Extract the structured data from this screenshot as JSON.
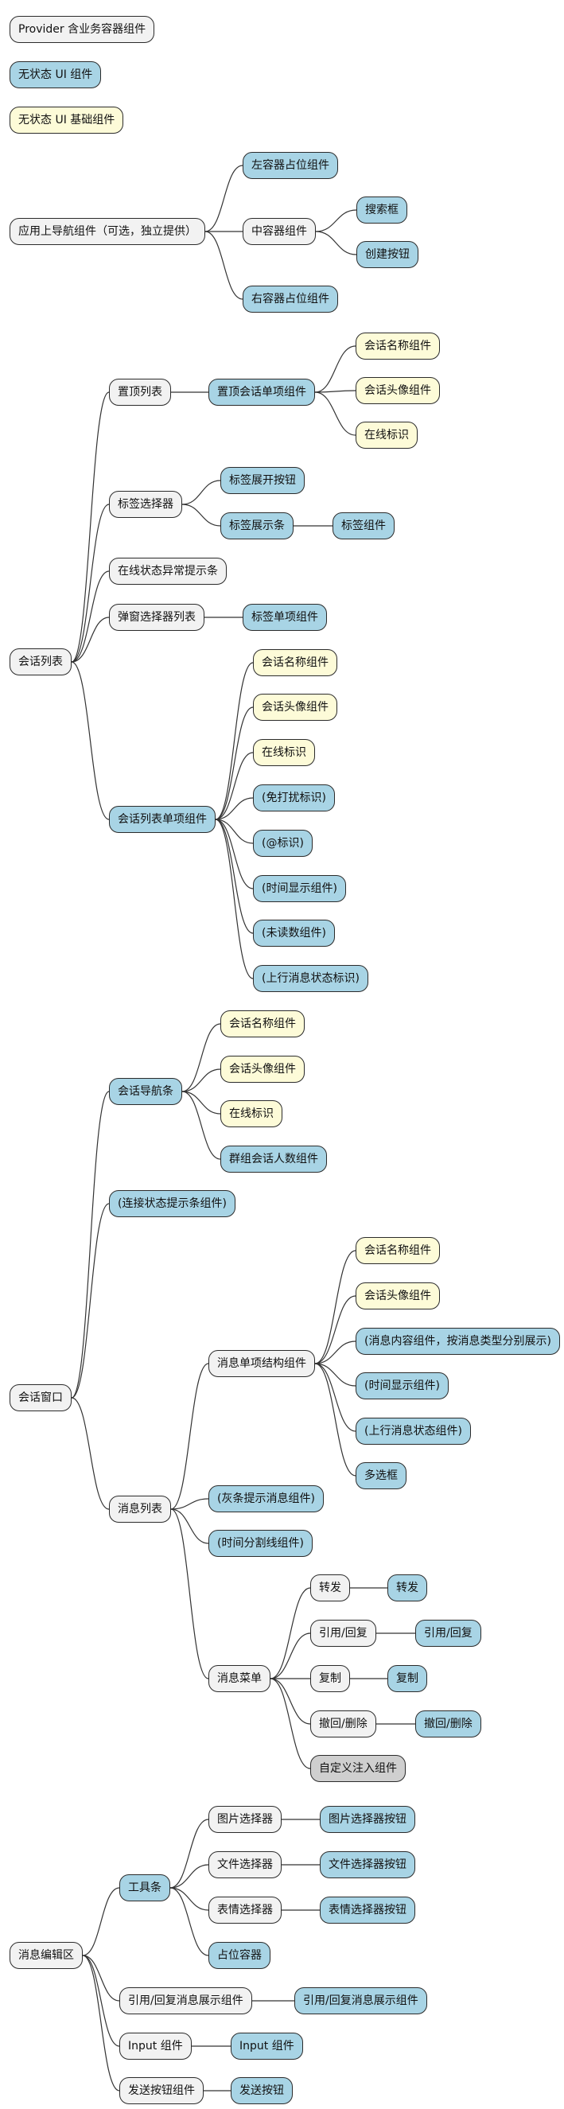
{
  "legend": [
    {
      "id": "lg1",
      "label": "Provider 含业务容器组件",
      "kind": "provider"
    },
    {
      "id": "lg2",
      "label": "无状态 UI 组件",
      "kind": "stateless"
    },
    {
      "id": "lg3",
      "label": "无状态 UI 基础组件",
      "kind": "basic"
    }
  ],
  "colors": {
    "provider": "#f2f2f2",
    "stateless": "#a8d4e5",
    "basic": "#fdfbd8",
    "custom": "#cfcfcf",
    "line": "#333333"
  },
  "trees": [
    {
      "id": "nav",
      "label": "应用上导航组件（可选，独立提供）",
      "kind": "provider",
      "children": [
        {
          "id": "nav-left",
          "label": "左容器占位组件",
          "kind": "stateless"
        },
        {
          "id": "nav-mid",
          "label": "中容器组件",
          "kind": "provider",
          "children": [
            {
              "id": "nav-search",
              "label": "搜索框",
              "kind": "stateless"
            },
            {
              "id": "nav-create",
              "label": "创建按钮",
              "kind": "stateless"
            }
          ]
        },
        {
          "id": "nav-right",
          "label": "右容器占位组件",
          "kind": "stateless"
        }
      ]
    },
    {
      "id": "conv",
      "label": "会话列表",
      "kind": "provider",
      "children": [
        {
          "id": "pin",
          "label": "置顶列表",
          "kind": "provider",
          "children": [
            {
              "id": "pin-item",
              "label": "置顶会话单项组件",
              "kind": "stateless",
              "children": [
                {
                  "id": "pin-name",
                  "label": "会话名称组件",
                  "kind": "basic"
                },
                {
                  "id": "pin-avatar",
                  "label": "会话头像组件",
                  "kind": "basic"
                },
                {
                  "id": "pin-online",
                  "label": "在线标识",
                  "kind": "basic"
                }
              ]
            }
          ]
        },
        {
          "id": "tag-sel",
          "label": "标签选择器",
          "kind": "provider",
          "children": [
            {
              "id": "tag-expand",
              "label": "标签展开按钮",
              "kind": "stateless"
            },
            {
              "id": "tag-bar",
              "label": "标签展示条",
              "kind": "stateless",
              "children": [
                {
                  "id": "tag-comp",
                  "label": "标签组件",
                  "kind": "stateless"
                }
              ]
            }
          ]
        },
        {
          "id": "online-warn",
          "label": "在线状态异常提示条",
          "kind": "provider"
        },
        {
          "id": "popup-list",
          "label": "弹窗选择器列表",
          "kind": "provider",
          "children": [
            {
              "id": "tag-item",
              "label": "标签单项组件",
              "kind": "stateless"
            }
          ]
        },
        {
          "id": "conv-item",
          "label": "会话列表单项组件",
          "kind": "stateless",
          "children": [
            {
              "id": "ci-name",
              "label": "会话名称组件",
              "kind": "basic"
            },
            {
              "id": "ci-avatar",
              "label": "会话头像组件",
              "kind": "basic"
            },
            {
              "id": "ci-online",
              "label": "在线标识",
              "kind": "basic"
            },
            {
              "id": "ci-dnd",
              "label": "(免打扰标识)",
              "kind": "stateless"
            },
            {
              "id": "ci-at",
              "label": "(@标识)",
              "kind": "stateless"
            },
            {
              "id": "ci-time",
              "label": "(时间显示组件)",
              "kind": "stateless"
            },
            {
              "id": "ci-unread",
              "label": "(未读数组件)",
              "kind": "stateless"
            },
            {
              "id": "ci-upstatus",
              "label": "(上行消息状态标识)",
              "kind": "stateless"
            }
          ]
        }
      ]
    },
    {
      "id": "chat",
      "label": "会话窗口",
      "kind": "provider",
      "children": [
        {
          "id": "chat-nav",
          "label": "会话导航条",
          "kind": "stateless",
          "children": [
            {
              "id": "cn-name",
              "label": "会话名称组件",
              "kind": "basic"
            },
            {
              "id": "cn-avatar",
              "label": "会话头像组件",
              "kind": "basic"
            },
            {
              "id": "cn-online",
              "label": "在线标识",
              "kind": "basic"
            },
            {
              "id": "cn-count",
              "label": "群组会话人数组件",
              "kind": "stateless"
            }
          ]
        },
        {
          "id": "conn-tip",
          "label": "(连接状态提示条组件)",
          "kind": "stateless"
        },
        {
          "id": "msg-list",
          "label": "消息列表",
          "kind": "provider",
          "children": [
            {
              "id": "msg-item",
              "label": "消息单项结构组件",
              "kind": "provider",
              "children": [
                {
                  "id": "mi-name",
                  "label": "会话名称组件",
                  "kind": "basic"
                },
                {
                  "id": "mi-avatar",
                  "label": "会话头像组件",
                  "kind": "basic"
                },
                {
                  "id": "mi-content",
                  "label": "(消息内容组件，按消息类型分别展示)",
                  "kind": "stateless"
                },
                {
                  "id": "mi-time",
                  "label": "(时间显示组件)",
                  "kind": "stateless"
                },
                {
                  "id": "mi-upstatus",
                  "label": "(上行消息状态组件)",
                  "kind": "stateless"
                },
                {
                  "id": "mi-check",
                  "label": "多选框",
                  "kind": "stateless"
                }
              ]
            },
            {
              "id": "gray-tip",
              "label": "(灰条提示消息组件)",
              "kind": "stateless"
            },
            {
              "id": "time-div",
              "label": "(时间分割线组件)",
              "kind": "stateless"
            },
            {
              "id": "msg-menu",
              "label": "消息菜单",
              "kind": "provider",
              "children": [
                {
                  "id": "mm-fwd",
                  "label": "转发",
                  "kind": "provider",
                  "children": [
                    {
                      "id": "mm-fwd-b",
                      "label": "转发",
                      "kind": "stateless"
                    }
                  ]
                },
                {
                  "id": "mm-quote",
                  "label": "引用/回复",
                  "kind": "provider",
                  "children": [
                    {
                      "id": "mm-quote-b",
                      "label": "引用/回复",
                      "kind": "stateless"
                    }
                  ]
                },
                {
                  "id": "mm-copy",
                  "label": "复制",
                  "kind": "provider",
                  "children": [
                    {
                      "id": "mm-copy-b",
                      "label": "复制",
                      "kind": "stateless"
                    }
                  ]
                },
                {
                  "id": "mm-recall",
                  "label": "撤回/删除",
                  "kind": "provider",
                  "children": [
                    {
                      "id": "mm-recall-b",
                      "label": "撤回/删除",
                      "kind": "stateless"
                    }
                  ]
                },
                {
                  "id": "mm-custom",
                  "label": "自定义注入组件",
                  "kind": "custom"
                }
              ]
            }
          ]
        }
      ]
    },
    {
      "id": "editor",
      "label": "消息编辑区",
      "kind": "provider",
      "children": [
        {
          "id": "toolbar",
          "label": "工具条",
          "kind": "stateless",
          "children": [
            {
              "id": "tb-img",
              "label": "图片选择器",
              "kind": "provider",
              "children": [
                {
                  "id": "tb-img-b",
                  "label": "图片选择器按钮",
                  "kind": "stateless"
                }
              ]
            },
            {
              "id": "tb-file",
              "label": "文件选择器",
              "kind": "provider",
              "children": [
                {
                  "id": "tb-file-b",
                  "label": "文件选择器按钮",
                  "kind": "stateless"
                }
              ]
            },
            {
              "id": "tb-emoji",
              "label": "表情选择器",
              "kind": "provider",
              "children": [
                {
                  "id": "tb-emoji-b",
                  "label": "表情选择器按钮",
                  "kind": "stateless"
                }
              ]
            },
            {
              "id": "tb-holder",
              "label": "占位容器",
              "kind": "stateless"
            }
          ]
        },
        {
          "id": "quote-show",
          "label": "引用/回复消息展示组件",
          "kind": "provider",
          "children": [
            {
              "id": "quote-show-b",
              "label": "引用/回复消息展示组件",
              "kind": "stateless"
            }
          ]
        },
        {
          "id": "input",
          "label": "Input 组件",
          "kind": "provider",
          "children": [
            {
              "id": "input-b",
              "label": "Input 组件",
              "kind": "stateless"
            }
          ]
        },
        {
          "id": "send",
          "label": "发送按钮组件",
          "kind": "provider",
          "children": [
            {
              "id": "send-b",
              "label": "发送按钮",
              "kind": "stateless"
            }
          ]
        }
      ]
    }
  ]
}
